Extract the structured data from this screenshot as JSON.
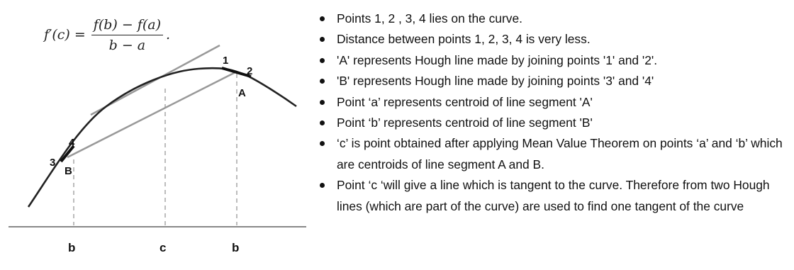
{
  "formula": {
    "lhs": "f′(c) =",
    "numerator": "f(b) − f(a)",
    "denominator": "b − a",
    "trailing": "."
  },
  "diagram": {
    "point_labels": [
      "1",
      "2",
      "3",
      "4"
    ],
    "segment_labels": [
      "A",
      "B"
    ],
    "axis_labels": [
      "b",
      "c",
      "b"
    ]
  },
  "bullets": [
    "Points 1, 2 , 3, 4 lies on the curve.",
    "Distance between points 1, 2, 3, 4 is very less.",
    "'A' represents Hough line made by joining points '1' and '2'.",
    "'B' represents Hough line made by joining points '3' and '4'",
    "Point ‘a’ represents centroid of line segment 'A'",
    "Point ‘b’ represents centroid of line segment 'B'",
    "‘c’ is point obtained after applying Mean Value Theorem on points ‘a’ and ‘b’  which are centroids of line segment A and B.",
    "Point ‘c ‘will give a line which is tangent to the curve. Therefore from two Hough lines (which are part of the curve) are used to find one tangent of the curve"
  ]
}
